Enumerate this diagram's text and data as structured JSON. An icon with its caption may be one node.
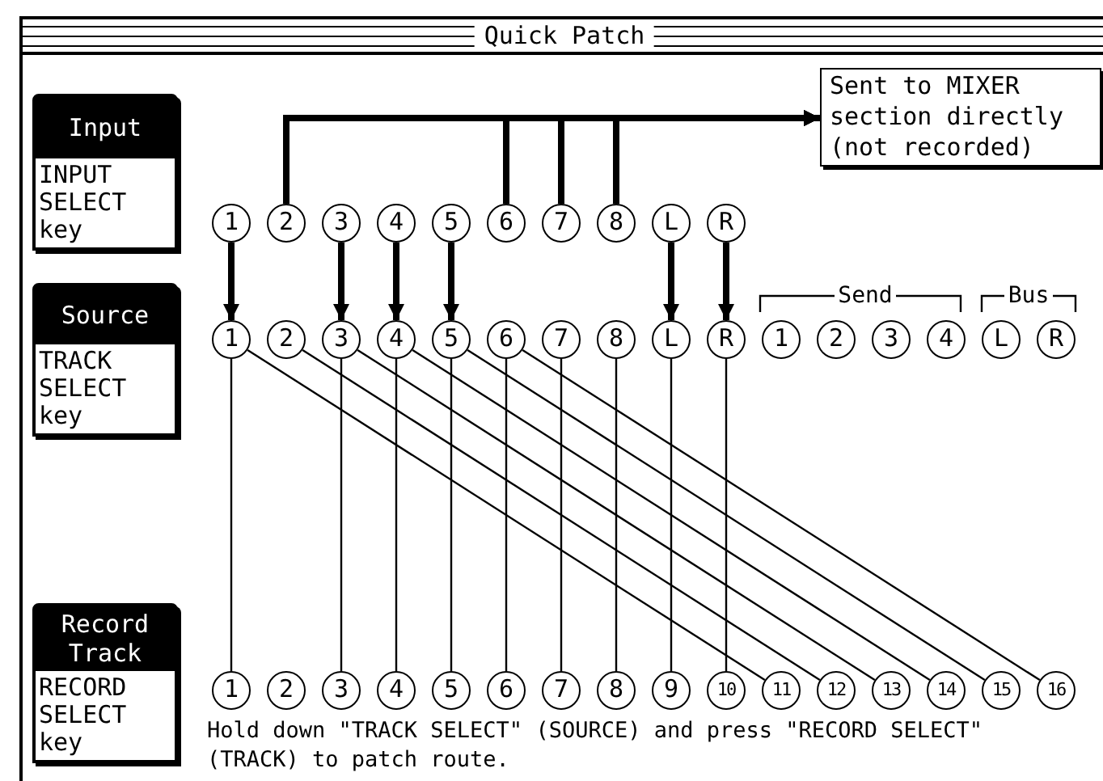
{
  "diagram": {
    "title": "Quick Patch",
    "nodes": [
      {
        "text": [
          "Input",
          "INPUT SELECT key"
        ]
      },
      {
        "text": [
          "Sent to MIXER section directly (not recorded)"
        ]
      },
      {
        "text": [
          "1"
        ]
      },
      {
        "text": [
          "2"
        ]
      },
      {
        "text": [
          "3"
        ]
      },
      {
        "text": [
          "4"
        ]
      },
      {
        "text": [
          "5"
        ]
      },
      {
        "text": [
          "6"
        ]
      },
      {
        "text": [
          "7"
        ]
      },
      {
        "text": [
          "8"
        ]
      },
      {
        "text": [
          "L"
        ]
      },
      {
        "text": [
          "R"
        ]
      },
      {
        "text": [
          "Source",
          "TRACK SELECT key"
        ]
      },
      {
        "text": [
          "1"
        ]
      },
      {
        "text": [
          "2"
        ]
      },
      {
        "text": [
          "3"
        ]
      },
      {
        "text": [
          "4"
        ]
      },
      {
        "text": [
          "5"
        ]
      },
      {
        "text": [
          "6"
        ]
      },
      {
        "text": [
          "7"
        ]
      },
      {
        "text": [
          "8"
        ]
      },
      {
        "text": [
          "L"
        ]
      },
      {
        "text": [
          "R"
        ]
      },
      {
        "text": [
          "1"
        ]
      },
      {
        "text": [
          "2"
        ]
      },
      {
        "text": [
          "3"
        ]
      },
      {
        "text": [
          "4"
        ]
      },
      {
        "text": [
          "L"
        ]
      },
      {
        "text": [
          "R"
        ]
      },
      {
        "text": [
          "Record Track",
          "RECORD SELECT key"
        ]
      },
      {
        "text": [
          "1"
        ]
      },
      {
        "text": [
          "2"
        ]
      },
      {
        "text": [
          "3"
        ]
      },
      {
        "text": [
          "4"
        ]
      },
      {
        "text": [
          "5"
        ]
      },
      {
        "text": [
          "6"
        ]
      },
      {
        "text": [
          "7"
        ]
      },
      {
        "text": [
          "8"
        ]
      },
      {
        "text": [
          "9"
        ]
      },
      {
        "text": [
          "10"
        ]
      },
      {
        "text": [
          "11"
        ]
      },
      {
        "text": [
          "12"
        ]
      },
      {
        "text": [
          "13"
        ]
      },
      {
        "text": [
          "14"
        ]
      },
      {
        "text": [
          "15"
        ]
      },
      {
        "text": [
          "16"
        ]
      }
    ],
    "edges": [
      {
        "from": 3,
        "to": 1,
        "arrow": "to",
        "style": "thick"
      },
      {
        "from": 7,
        "to": 1,
        "arrow": "to",
        "style": "thick"
      },
      {
        "from": 8,
        "to": 1,
        "arrow": "to",
        "style": "thick"
      },
      {
        "from": 9,
        "to": 1,
        "arrow": "to",
        "style": "thick"
      },
      {
        "from": 2,
        "to": 13,
        "arrow": "to",
        "style": "thick"
      },
      {
        "from": 4,
        "to": 15,
        "arrow": "to",
        "style": "thick"
      },
      {
        "from": 5,
        "to": 16,
        "arrow": "to",
        "style": "thick"
      },
      {
        "from": 6,
        "to": 17,
        "arrow": "to",
        "style": "thick"
      },
      {
        "from": 10,
        "to": 21,
        "arrow": "to",
        "style": "thick"
      },
      {
        "from": 11,
        "to": 22,
        "arrow": "to",
        "style": "thick"
      },
      {
        "from": 13,
        "to": 30,
        "arrow": "none"
      },
      {
        "from": 15,
        "to": 32,
        "arrow": "none"
      },
      {
        "from": 16,
        "to": 33,
        "arrow": "none"
      },
      {
        "from": 17,
        "to": 34,
        "arrow": "none"
      },
      {
        "from": 18,
        "to": 35,
        "arrow": "none"
      },
      {
        "from": 19,
        "to": 36,
        "arrow": "none"
      },
      {
        "from": 20,
        "to": 37,
        "arrow": "none"
      },
      {
        "from": 21,
        "to": 38,
        "arrow": "none"
      },
      {
        "from": 22,
        "to": 39,
        "arrow": "none"
      },
      {
        "from": 13,
        "to": 40,
        "arrow": "none"
      },
      {
        "from": 14,
        "to": 41,
        "arrow": "none"
      },
      {
        "from": 15,
        "to": 42,
        "arrow": "none"
      },
      {
        "from": 16,
        "to": 43,
        "arrow": "none"
      },
      {
        "from": 17,
        "to": 44,
        "arrow": "none"
      },
      {
        "from": 18,
        "to": 45,
        "arrow": "none"
      }
    ],
    "labels": [
      "Send",
      "Bus",
      "Hold down \"TRACK SELECT\" (SOURCE) and press \"RECORD SELECT\" (TRACK) to patch route."
    ]
  }
}
